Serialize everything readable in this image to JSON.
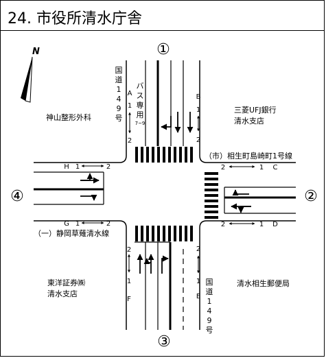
{
  "title": "24. 市役所清水庁舎",
  "compass": {
    "north_label": "N"
  },
  "approaches": {
    "north": "①",
    "east": "②",
    "south": "③",
    "west": "④"
  },
  "roads": {
    "national_route_north": [
      "国",
      "道",
      "1",
      "4",
      "9",
      "号"
    ],
    "national_route_south": [
      "国",
      "道",
      "1",
      "4",
      "9",
      "号"
    ],
    "bus_lane": [
      "バ",
      "ス",
      "専",
      "用"
    ],
    "bus_lane_hours": "7~9",
    "city_road_east": "（市）相生町島崎町1号線",
    "prefectural_road_west": "（一）静岡草薙清水線"
  },
  "crossings": {
    "A": {
      "letter": "A",
      "num1": "1",
      "num2": "2"
    },
    "B": {
      "letter": "B",
      "num1": "1",
      "num2": "2"
    },
    "C": {
      "left": "2",
      "right": "1",
      "letter": "C"
    },
    "D": {
      "left": "2",
      "right": "1",
      "letter": "D"
    },
    "E": {
      "num2": "2",
      "num1": "1",
      "letter": "E"
    },
    "F": {
      "num2": "2",
      "num1": "1",
      "letter": "F"
    },
    "G": {
      "letter": "G",
      "left": "1",
      "right": "2"
    },
    "H": {
      "letter": "H",
      "left": "1",
      "right": "2"
    }
  },
  "landmarks": {
    "nw": "神山整形外科",
    "ne_line1": "三菱UFJ銀行",
    "ne_line2": "清水支店",
    "sw_line1": "東洋証券㈱",
    "sw_line2": "清水支店",
    "se": "清水相生郵便局"
  }
}
